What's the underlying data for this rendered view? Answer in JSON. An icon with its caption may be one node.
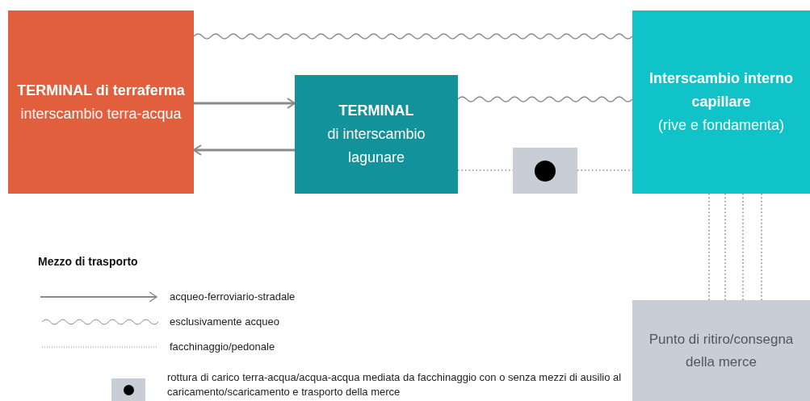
{
  "diagram": {
    "nodes": [
      {
        "text": [
          "TERMINAL di terraferma",
          "interscambio terra-acqua"
        ]
      },
      {
        "text": [
          "TERMINAL",
          "di interscambio lagunare"
        ]
      },
      {
        "text": [
          "Interscambio interno capillare",
          "(rive e fondamenta)"
        ]
      },
      {
        "text": [],
        "shape": "box"
      },
      {
        "text": [
          "Punto di ritiro/consegna della merce"
        ]
      }
    ],
    "edges": [
      {
        "from": 0,
        "to": 2,
        "arrow": "none"
      },
      {
        "from": 0,
        "to": 1,
        "arrow": "to"
      },
      {
        "from": 1,
        "to": 0,
        "arrow": "to"
      },
      {
        "from": 1,
        "to": 2,
        "arrow": "none"
      },
      {
        "from": 1,
        "to": 3,
        "arrow": "none",
        "style": "dashed"
      },
      {
        "from": 3,
        "to": 2,
        "arrow": "none",
        "style": "dashed"
      },
      {
        "from": 2,
        "to": 4,
        "arrow": "none",
        "style": "dashed"
      },
      {
        "from": 2,
        "to": 4,
        "arrow": "none",
        "style": "dashed"
      },
      {
        "from": 2,
        "to": 4,
        "arrow": "none",
        "style": "dashed"
      },
      {
        "from": 2,
        "to": 4,
        "arrow": "none",
        "style": "dashed"
      }
    ],
    "labels": [
      "Mezzo di trasporto"
    ],
    "legend": [
      {
        "text": "acqueo-ferroviario-stradale"
      },
      {
        "text": "esclusivamente acqueo"
      },
      {
        "text": "facchinaggio/pedonale"
      },
      {
        "text": "rottura di carico terra-acqua/acqua-acqua mediata da facchinaggio con o senza mezzi di ausilio al caricamento/scaricamento e trasporto della merce"
      }
    ]
  }
}
